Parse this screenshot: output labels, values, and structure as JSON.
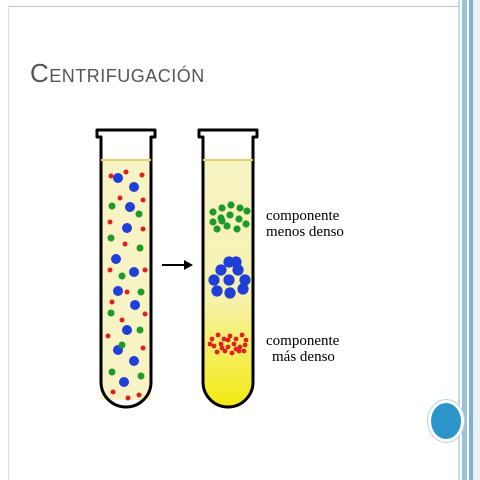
{
  "slide": {
    "title": "Centrifugación"
  },
  "diagram": {
    "label_less_dense": [
      "componente",
      "menos denso"
    ],
    "label_more_dense": [
      "componente",
      "más denso"
    ],
    "colors": {
      "blue": "#1f3fd8",
      "green": "#1e9a2a",
      "red": "#e0201f",
      "liquid": "#f7f3c4",
      "liquid_bottom": "#f5ee2e"
    }
  }
}
